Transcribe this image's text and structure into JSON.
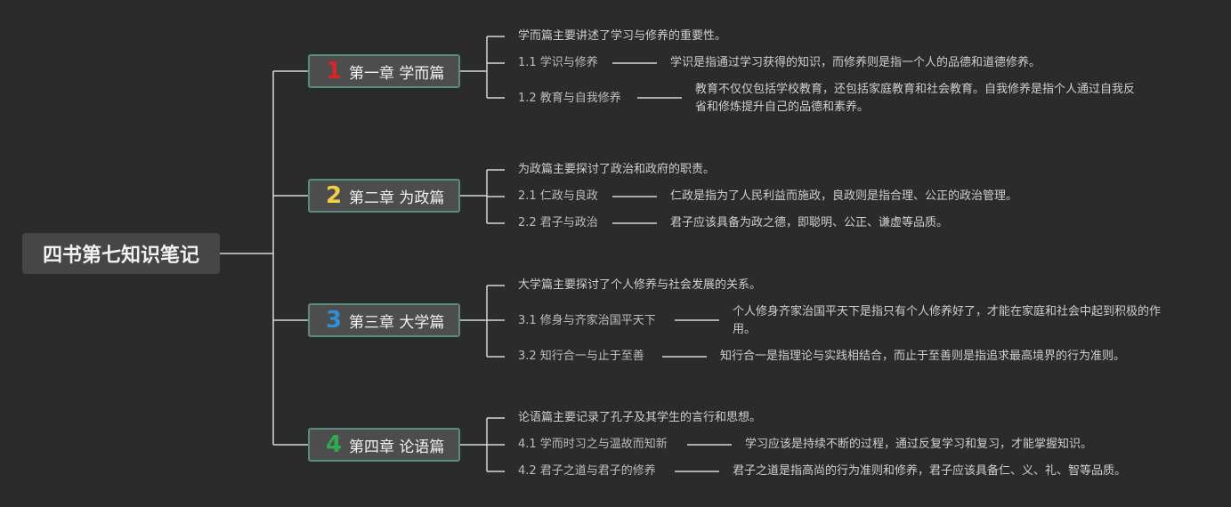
{
  "root": {
    "title": "四书第七知识笔记"
  },
  "chapters": [
    {
      "number": "1",
      "number_color": "#d9242b",
      "title": "第一章 学而篇",
      "summary": "学而篇主要讲述了学习与修养的重要性。",
      "items": [
        {
          "label": "1.1 学识与修养",
          "desc": "学识是指通过学习获得的知识，而修养则是指一个人的品德和道德修养。"
        },
        {
          "label": "1.2 教育与自我修养",
          "desc": "教育不仅仅包括学校教育，还包括家庭教育和社会教育。自我修养是指个人通过自我反省和修炼提升自己的品德和素养。"
        }
      ]
    },
    {
      "number": "2",
      "number_color": "#f2cf4a",
      "title": "第二章 为政篇",
      "summary": "为政篇主要探讨了政治和政府的职责。",
      "items": [
        {
          "label": "2.1 仁政与良政",
          "desc": "仁政是指为了人民利益而施政，良政则是指合理、公正的政治管理。"
        },
        {
          "label": "2.2 君子与政治",
          "desc": "君子应该具备为政之德，即聪明、公正、谦虚等品质。"
        }
      ]
    },
    {
      "number": "3",
      "number_color": "#2e8fd6",
      "title": "第三章 大学篇",
      "summary": "大学篇主要探讨了个人修养与社会发展的关系。",
      "items": [
        {
          "label": "3.1 修身与齐家治国平天下",
          "desc": "个人修身齐家治国平天下是指只有个人修养好了，才能在家庭和社会中起到积极的作用。"
        },
        {
          "label": "3.2 知行合一与止于至善",
          "desc": "知行合一是指理论与实践相结合，而止于至善则是指追求最高境界的行为准则。"
        }
      ]
    },
    {
      "number": "4",
      "number_color": "#2fa84f",
      "title": "第四章 论语篇",
      "summary": "论语篇主要记录了孔子及其学生的言行和思想。",
      "items": [
        {
          "label": "4.1 学而时习之与温故而知新",
          "desc": "学习应该是持续不断的过程，通过反复学习和复习，才能掌握知识。"
        },
        {
          "label": "4.2 君子之道与君子的修养",
          "desc": "君子之道是指高尚的行为准则和修养，君子应该具备仁、义、礼、智等品质。"
        }
      ]
    }
  ]
}
